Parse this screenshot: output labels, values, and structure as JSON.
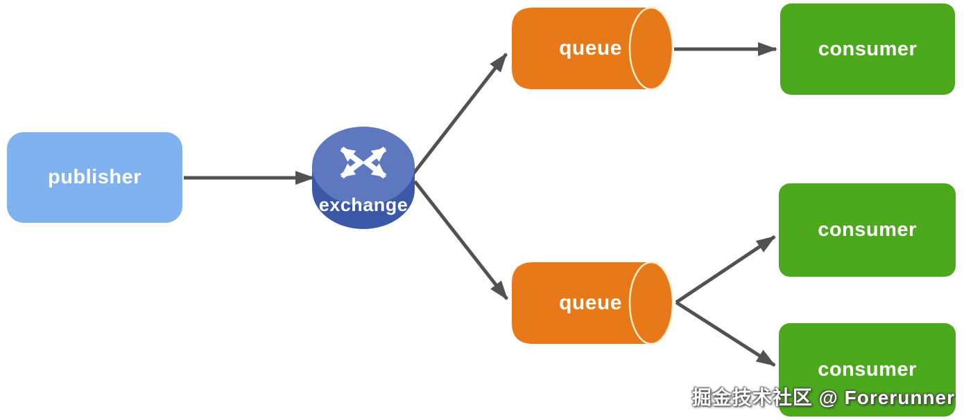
{
  "diagram": {
    "type": "message-flow",
    "nodes": {
      "publisher": {
        "label": "publisher"
      },
      "exchange": {
        "label": "exchange"
      },
      "queue_top": {
        "label": "queue"
      },
      "queue_bottom": {
        "label": "queue"
      },
      "consumer_top": {
        "label": "consumer"
      },
      "consumer_middle": {
        "label": "consumer"
      },
      "consumer_bottom": {
        "label": "consumer"
      }
    },
    "edges": [
      {
        "from": "publisher",
        "to": "exchange"
      },
      {
        "from": "exchange",
        "to": "queue_top"
      },
      {
        "from": "exchange",
        "to": "queue_bottom"
      },
      {
        "from": "queue_top",
        "to": "consumer_top"
      },
      {
        "from": "queue_bottom",
        "to": "consumer_middle"
      },
      {
        "from": "queue_bottom",
        "to": "consumer_bottom"
      }
    ],
    "watermark": "掘金技术社区 @ Forerunner"
  },
  "icons": {
    "exchange": "crossed-arrows-router-icon",
    "queue": "cylinder-shape",
    "connectors": "arrow-lines"
  },
  "colors": {
    "background": "#ffffff",
    "publisher_fill": "#7fb2ee",
    "exchange_top_fill": "#5d78bf",
    "exchange_body_fill": "#3b57a7",
    "queue_fill": "#e87918",
    "queue_cap_stroke": "#fdeecd",
    "consumer_fill": "#4ca81d",
    "arrow_stroke": "#515151",
    "node_text": "#ffffff",
    "watermark_text": "#ffffff"
  }
}
